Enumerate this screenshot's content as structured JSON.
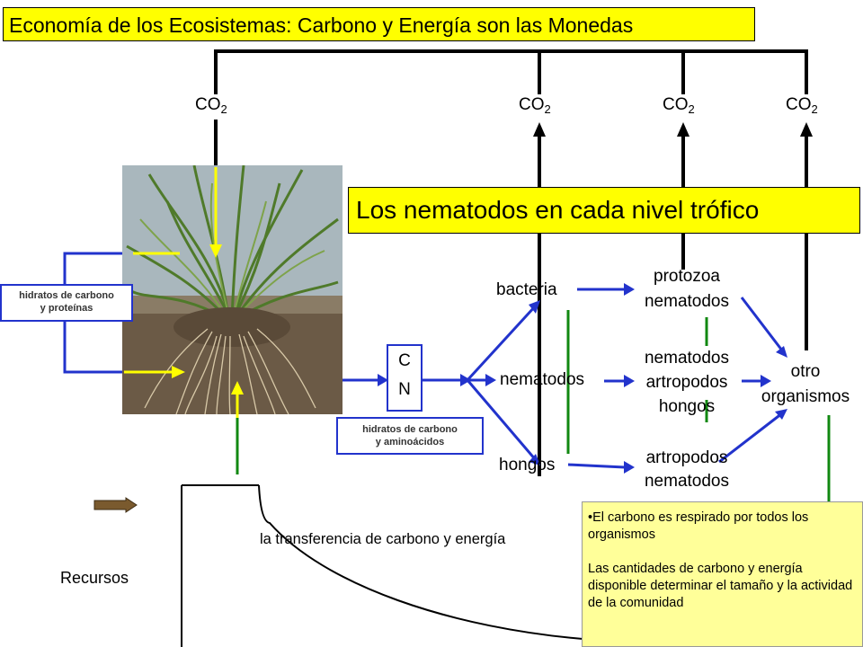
{
  "title": "Economía de los Ecosistemas: Carbono y Energía son las Monedas",
  "co2": {
    "main": "CO",
    "sub": "2"
  },
  "banner": "Los nematodos en cada nivel trófico",
  "nodes": {
    "bacteria": "bacteria",
    "nematodos": "nematodos",
    "hongos": "hongos",
    "protozoa_1": "protozoa",
    "protozoa_2": "nematodos",
    "mid_1": "nematodos",
    "mid_2": "artropodos",
    "mid_3": "hongos",
    "bottom_1": "artropodos",
    "bottom_2": "nematodos",
    "otro_1": "otro",
    "otro_2": "organismos"
  },
  "boxes": {
    "left_1": "hidratos de carbono",
    "left_2": "y proteínas",
    "cn_c": "C",
    "cn_n": "N",
    "below_1": "hidratos de carbono",
    "below_2": "y aminoácidos"
  },
  "transfer_label": "la transferencia de carbono y energía",
  "recursos_label": "Recursos",
  "note": {
    "line1": "•El carbono es respirado por todos los organismos",
    "line2": "Las cantidades de carbono y energía disponible determinar el tamaño y la actividad de la comunidad"
  },
  "colors": {
    "yellow": "#ffff00",
    "blue": "#2233cc",
    "green": "#118811",
    "note_bg": "#ffff99"
  }
}
